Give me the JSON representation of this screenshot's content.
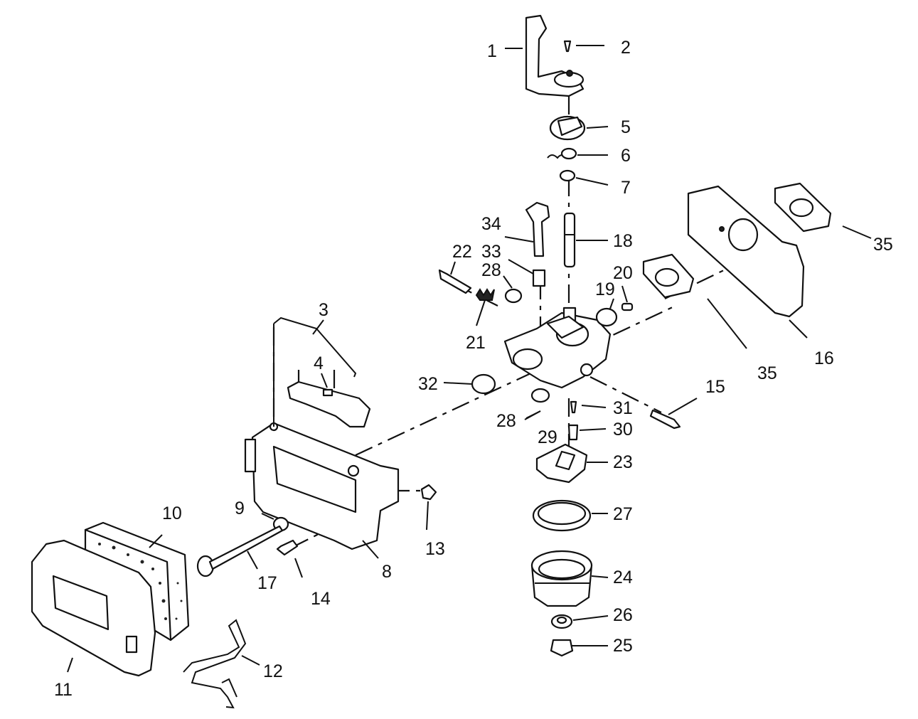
{
  "diagram": {
    "callouts": [
      {
        "id": "c1",
        "text": "1"
      },
      {
        "id": "c2",
        "text": "2"
      },
      {
        "id": "c3",
        "text": "3"
      },
      {
        "id": "c4",
        "text": "4"
      },
      {
        "id": "c5",
        "text": "5"
      },
      {
        "id": "c6",
        "text": "6"
      },
      {
        "id": "c7",
        "text": "7"
      },
      {
        "id": "c8",
        "text": "8"
      },
      {
        "id": "c9",
        "text": "9"
      },
      {
        "id": "c10",
        "text": "10"
      },
      {
        "id": "c11",
        "text": "11"
      },
      {
        "id": "c12",
        "text": "12"
      },
      {
        "id": "c13",
        "text": "13"
      },
      {
        "id": "c14",
        "text": "14"
      },
      {
        "id": "c15",
        "text": "15"
      },
      {
        "id": "c16",
        "text": "16"
      },
      {
        "id": "c17",
        "text": "17"
      },
      {
        "id": "c18",
        "text": "18"
      },
      {
        "id": "c19",
        "text": "19"
      },
      {
        "id": "c20",
        "text": "20"
      },
      {
        "id": "c21",
        "text": "21"
      },
      {
        "id": "c22",
        "text": "22"
      },
      {
        "id": "c23",
        "text": "23"
      },
      {
        "id": "c24",
        "text": "24"
      },
      {
        "id": "c25",
        "text": "25"
      },
      {
        "id": "c26",
        "text": "26"
      },
      {
        "id": "c27",
        "text": "27"
      },
      {
        "id": "c28a",
        "text": "28"
      },
      {
        "id": "c28b",
        "text": "28"
      },
      {
        "id": "c29",
        "text": "29"
      },
      {
        "id": "c30",
        "text": "30"
      },
      {
        "id": "c31",
        "text": "31"
      },
      {
        "id": "c32",
        "text": "32"
      },
      {
        "id": "c33",
        "text": "33"
      },
      {
        "id": "c34",
        "text": "34"
      },
      {
        "id": "c35a",
        "text": "35"
      },
      {
        "id": "c35b",
        "text": "35"
      }
    ]
  }
}
